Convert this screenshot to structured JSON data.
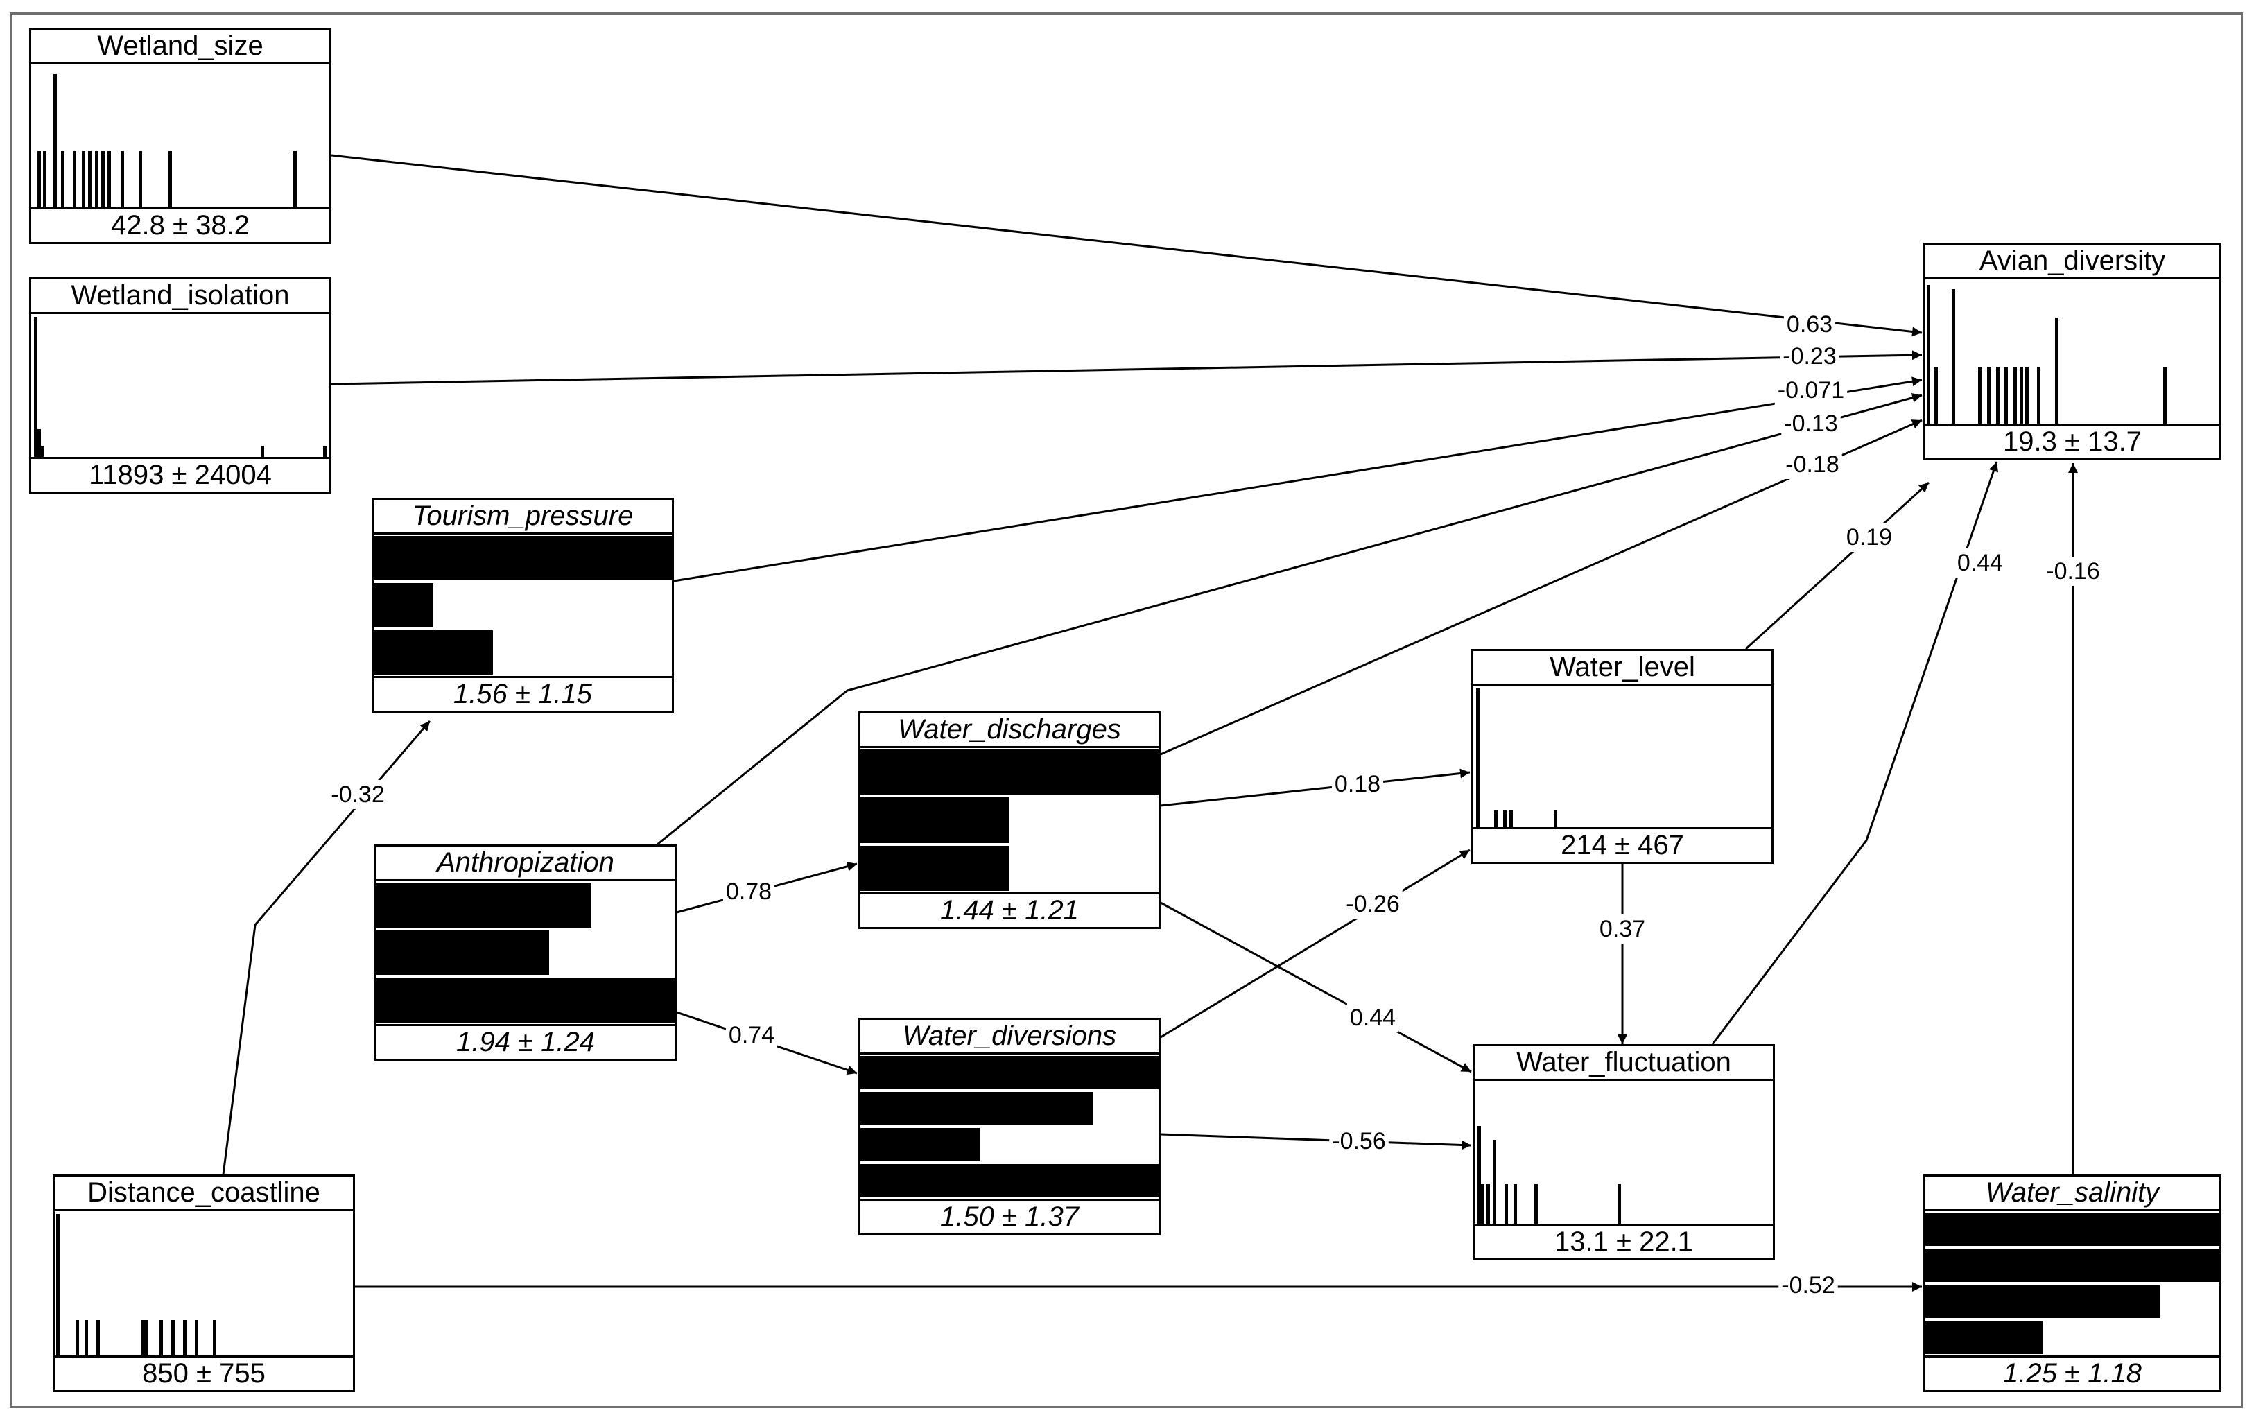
{
  "nodes": [
    {
      "id": "wetland_size",
      "title": "Wetland_size",
      "stat": "42.8 ± 38.2",
      "kind": "continuous",
      "italic": false,
      "spikes": [
        {
          "pos": 0.02,
          "h": 0.4
        },
        {
          "pos": 0.04,
          "h": 0.4
        },
        {
          "pos": 0.075,
          "h": 0.95
        },
        {
          "pos": 0.1,
          "h": 0.4
        },
        {
          "pos": 0.14,
          "h": 0.4
        },
        {
          "pos": 0.17,
          "h": 0.4
        },
        {
          "pos": 0.19,
          "h": 0.4
        },
        {
          "pos": 0.215,
          "h": 0.4
        },
        {
          "pos": 0.235,
          "h": 0.4
        },
        {
          "pos": 0.255,
          "h": 0.4
        },
        {
          "pos": 0.3,
          "h": 0.4
        },
        {
          "pos": 0.36,
          "h": 0.4
        },
        {
          "pos": 0.46,
          "h": 0.4
        },
        {
          "pos": 0.88,
          "h": 0.4
        }
      ]
    },
    {
      "id": "wetland_isolation",
      "title": "Wetland_isolation",
      "stat": "11893 ± 24004",
      "kind": "continuous",
      "italic": false,
      "spikes": [
        {
          "pos": 0.01,
          "h": 1.0
        },
        {
          "pos": 0.02,
          "h": 0.2
        },
        {
          "pos": 0.03,
          "h": 0.08
        },
        {
          "pos": 0.77,
          "h": 0.08
        },
        {
          "pos": 0.98,
          "h": 0.08
        }
      ]
    },
    {
      "id": "tourism_pressure",
      "title": "Tourism_pressure",
      "stat": "1.56 ± 1.15",
      "kind": "discrete",
      "italic": true,
      "bars": [
        1.0,
        0.2,
        0.4
      ]
    },
    {
      "id": "anthropization",
      "title": "Anthropization",
      "stat": "1.94 ± 1.24",
      "kind": "discrete",
      "italic": true,
      "bars": [
        0.72,
        0.58,
        1.0
      ]
    },
    {
      "id": "water_discharges",
      "title": "Water_discharges",
      "stat": "1.44 ± 1.21",
      "kind": "discrete",
      "italic": true,
      "bars": [
        1.0,
        0.5,
        0.5
      ]
    },
    {
      "id": "water_diversions",
      "title": "Water_diversions",
      "stat": "1.50 ± 1.37",
      "kind": "discrete",
      "italic": true,
      "bars": [
        1.0,
        0.78,
        0.4,
        1.0
      ]
    },
    {
      "id": "water_level",
      "title": "Water_level",
      "stat": "214 ± 467",
      "kind": "continuous",
      "italic": false,
      "spikes": [
        {
          "pos": 0.01,
          "h": 1.0
        },
        {
          "pos": 0.07,
          "h": 0.12
        },
        {
          "pos": 0.1,
          "h": 0.12
        },
        {
          "pos": 0.12,
          "h": 0.12
        },
        {
          "pos": 0.27,
          "h": 0.12
        }
      ]
    },
    {
      "id": "water_fluctuation",
      "title": "Water_fluctuation",
      "stat": "13.1 ± 22.1",
      "kind": "continuous",
      "italic": false,
      "spikes": [
        {
          "pos": 0.01,
          "h": 0.7
        },
        {
          "pos": 0.02,
          "h": 0.28
        },
        {
          "pos": 0.04,
          "h": 0.28
        },
        {
          "pos": 0.06,
          "h": 0.6
        },
        {
          "pos": 0.1,
          "h": 0.28
        },
        {
          "pos": 0.13,
          "h": 0.28
        },
        {
          "pos": 0.2,
          "h": 0.28
        },
        {
          "pos": 0.48,
          "h": 0.28
        }
      ]
    },
    {
      "id": "avian_diversity",
      "title": "Avian_diversity",
      "stat": "19.3 ± 13.7",
      "kind": "continuous",
      "italic": false,
      "spikes": [
        {
          "pos": 0.005,
          "h": 0.98
        },
        {
          "pos": 0.03,
          "h": 0.4
        },
        {
          "pos": 0.09,
          "h": 0.95
        },
        {
          "pos": 0.18,
          "h": 0.4
        },
        {
          "pos": 0.21,
          "h": 0.4
        },
        {
          "pos": 0.24,
          "h": 0.4
        },
        {
          "pos": 0.27,
          "h": 0.4
        },
        {
          "pos": 0.3,
          "h": 0.4
        },
        {
          "pos": 0.32,
          "h": 0.4
        },
        {
          "pos": 0.34,
          "h": 0.4
        },
        {
          "pos": 0.38,
          "h": 0.4
        },
        {
          "pos": 0.44,
          "h": 0.75
        },
        {
          "pos": 0.81,
          "h": 0.4
        }
      ]
    },
    {
      "id": "distance_coastline",
      "title": "Distance_coastline",
      "stat": "850 ± 755",
      "kind": "continuous",
      "italic": false,
      "spikes": [
        {
          "pos": 0.005,
          "h": 1.0
        },
        {
          "pos": 0.07,
          "h": 0.25
        },
        {
          "pos": 0.1,
          "h": 0.25
        },
        {
          "pos": 0.14,
          "h": 0.25
        },
        {
          "pos": 0.29,
          "h": 0.25
        },
        {
          "pos": 0.3,
          "h": 0.25
        },
        {
          "pos": 0.35,
          "h": 0.25
        },
        {
          "pos": 0.39,
          "h": 0.25
        },
        {
          "pos": 0.43,
          "h": 0.25
        },
        {
          "pos": 0.47,
          "h": 0.25
        },
        {
          "pos": 0.53,
          "h": 0.25
        }
      ]
    },
    {
      "id": "water_salinity",
      "title": "Water_salinity",
      "stat": "1.25 ± 1.18",
      "kind": "discrete",
      "italic": true,
      "bars": [
        1.0,
        1.0,
        0.8,
        0.4
      ]
    }
  ],
  "edges": [
    {
      "from": "wetland_size",
      "to": "avian_diversity",
      "label": "0.63"
    },
    {
      "from": "wetland_isolation",
      "to": "avian_diversity",
      "label": "-0.23"
    },
    {
      "from": "tourism_pressure",
      "to": "avian_diversity",
      "label": "-0.071"
    },
    {
      "from": "anthropization",
      "to": "avian_diversity",
      "label": "-0.13"
    },
    {
      "from": "water_discharges",
      "to": "avian_diversity",
      "label": "-0.18"
    },
    {
      "from": "water_level",
      "to": "avian_diversity",
      "label": "0.19"
    },
    {
      "from": "water_fluctuation",
      "to": "avian_diversity",
      "label": "0.44"
    },
    {
      "from": "water_salinity",
      "to": "avian_diversity",
      "label": "-0.16"
    },
    {
      "from": "distance_coastline",
      "to": "tourism_pressure",
      "label": "-0.32"
    },
    {
      "from": "anthropization",
      "to": "water_discharges",
      "label": "0.78"
    },
    {
      "from": "anthropization",
      "to": "water_diversions",
      "label": "0.74"
    },
    {
      "from": "water_discharges",
      "to": "water_level",
      "label": "0.18"
    },
    {
      "from": "water_discharges",
      "to": "water_fluctuation",
      "label": "0.44"
    },
    {
      "from": "water_diversions",
      "to": "water_level",
      "label": "-0.26"
    },
    {
      "from": "water_diversions",
      "to": "water_fluctuation",
      "label": "-0.56"
    },
    {
      "from": "water_level",
      "to": "water_fluctuation",
      "label": "0.37"
    },
    {
      "from": "distance_coastline",
      "to": "water_salinity",
      "label": "-0.52"
    }
  ]
}
